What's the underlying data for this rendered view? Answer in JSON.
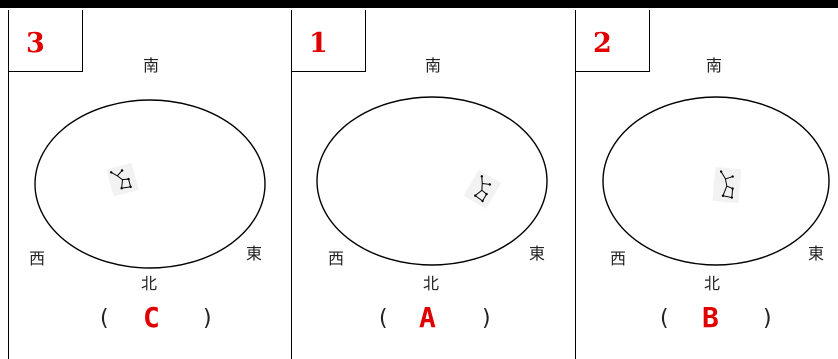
{
  "directions": {
    "south": "南",
    "west": "西",
    "east": "東",
    "north": "北"
  },
  "panels": [
    {
      "number": "3",
      "answer": "C",
      "open_paren": "(",
      "close_paren": ")"
    },
    {
      "number": "1",
      "answer": "A",
      "open_paren": "(",
      "close_paren": ")"
    },
    {
      "number": "2",
      "answer": "B",
      "open_paren": "(",
      "close_paren": ")"
    }
  ],
  "colors": {
    "accent": "#e00000",
    "line": "#000000"
  }
}
